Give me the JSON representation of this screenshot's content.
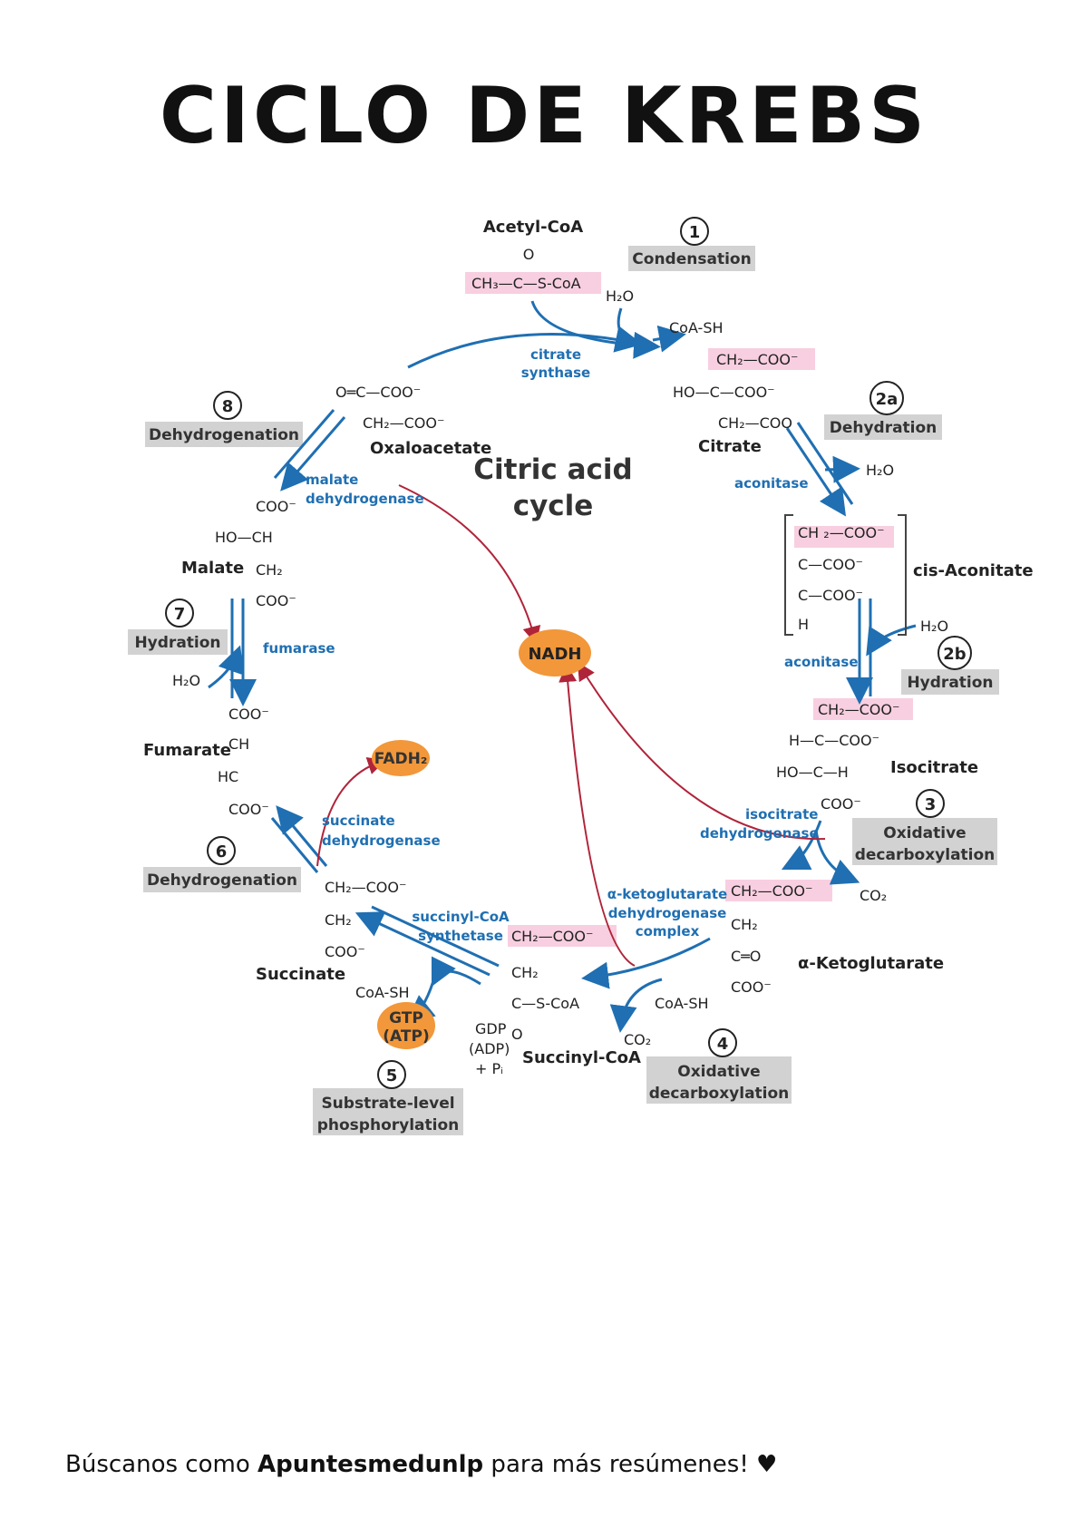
{
  "title": "CICLO DE KREBS",
  "center": {
    "line1": "Citric acid",
    "line2": "cycle"
  },
  "compounds": {
    "acetyl": {
      "name": "Acetyl-CoA",
      "o": "O",
      "f1": "CH₃—C—S-CoA"
    },
    "h2o_1": "H₂O",
    "coash_1": "CoA-SH",
    "citrate": {
      "f1": "CH₂—COO⁻",
      "f2": "HO—C—COO⁻",
      "f3": "CH₂—COO",
      "name": "Citrate"
    },
    "h2o_2": "H₂O",
    "cisacon": {
      "f1": "CH ₂—COO⁻",
      "f2": "C—COO⁻",
      "f3": "C—COO⁻",
      "f4": "H",
      "name": "cis-Aconitate"
    },
    "h2o_3": "H₂O",
    "isocitrate": {
      "f1": "CH₂—COO⁻",
      "f2": "H—C—COO⁻",
      "f3": "HO—C—H",
      "f4": "COO⁻",
      "name": "Isocitrate"
    },
    "co2_1": "CO₂",
    "akg": {
      "f1": "CH₂—COO⁻",
      "f2": "CH₂",
      "f3": "C═O",
      "f4": "COO⁻",
      "name": "α-Ketoglutarate"
    },
    "coash_2": "CoA-SH",
    "co2_2": "CO₂",
    "succoa": {
      "f1": "CH₂—COO⁻",
      "f2": "CH₂",
      "f3": "C—S-CoA",
      "f4": "O",
      "name": "Succinyl-CoA"
    },
    "gdp": {
      "l1": "GDP",
      "l2": "(ADP)",
      "l3": "+ Pᵢ"
    },
    "coash_3": "CoA-SH",
    "succinate": {
      "f1": "CH₂—COO⁻",
      "f2": "CH₂",
      "f3": "COO⁻",
      "name": "Succinate"
    },
    "fumarate": {
      "f1": "COO⁻",
      "f2": "CH",
      "f3": "HC",
      "f4": "COO⁻",
      "name": "Fumarate"
    },
    "h2o_4": "H₂O",
    "malate": {
      "f1": "COO⁻",
      "f2": "HO—CH",
      "f3": "CH₂",
      "f4": "COO⁻",
      "name": "Malate"
    },
    "oxalo": {
      "f1": "O═C—COO⁻",
      "f2": "CH₂—COO⁻",
      "name": "Oxaloacetate"
    }
  },
  "enzymes": {
    "cs": [
      "citrate",
      "synthase"
    ],
    "acon1": "aconitase",
    "acon2": "aconitase",
    "idh": [
      "isocitrate",
      "dehydrogenase"
    ],
    "akgdh": [
      "α-ketoglutarate",
      "dehydrogenase",
      "complex"
    ],
    "scs": [
      "succinyl-CoA",
      "synthetase"
    ],
    "sdh": [
      "succinate",
      "dehydrogenase"
    ],
    "fum": "fumarase",
    "mdh": [
      "malate",
      "dehydrogenase"
    ]
  },
  "steps": {
    "s1": {
      "num": "1",
      "label": "Condensation"
    },
    "s2a": {
      "num": "2a",
      "label": "Dehydration"
    },
    "s2b": {
      "num": "2b",
      "label": "Hydration"
    },
    "s3": {
      "num": "3",
      "label": [
        "Oxidative",
        "decarboxylation"
      ]
    },
    "s4": {
      "num": "4",
      "label": [
        "Oxidative",
        "decarboxylation"
      ]
    },
    "s5": {
      "num": "5",
      "label": [
        "Substrate-level",
        "phosphorylation"
      ]
    },
    "s6": {
      "num": "6",
      "label": "Dehydrogenation"
    },
    "s7": {
      "num": "7",
      "label": "Hydration"
    },
    "s8": {
      "num": "8",
      "label": "Dehydrogenation"
    }
  },
  "products": {
    "nadh": "NADH",
    "fadh2": "FADH₂",
    "gtp": [
      "GTP",
      "(ATP)"
    ]
  },
  "footer": {
    "pre": "Búscanos como ",
    "brand": "Apuntesmedunlp",
    "post": " para más resúmenes! ♥"
  },
  "colors": {
    "enzyme": "#1f6fb2",
    "arrow": "#1f6fb2",
    "redArrow": "#b0243a",
    "highlight": "#f8cfe0",
    "stepBox": "#d2d2d2",
    "product": "#f2973a"
  }
}
